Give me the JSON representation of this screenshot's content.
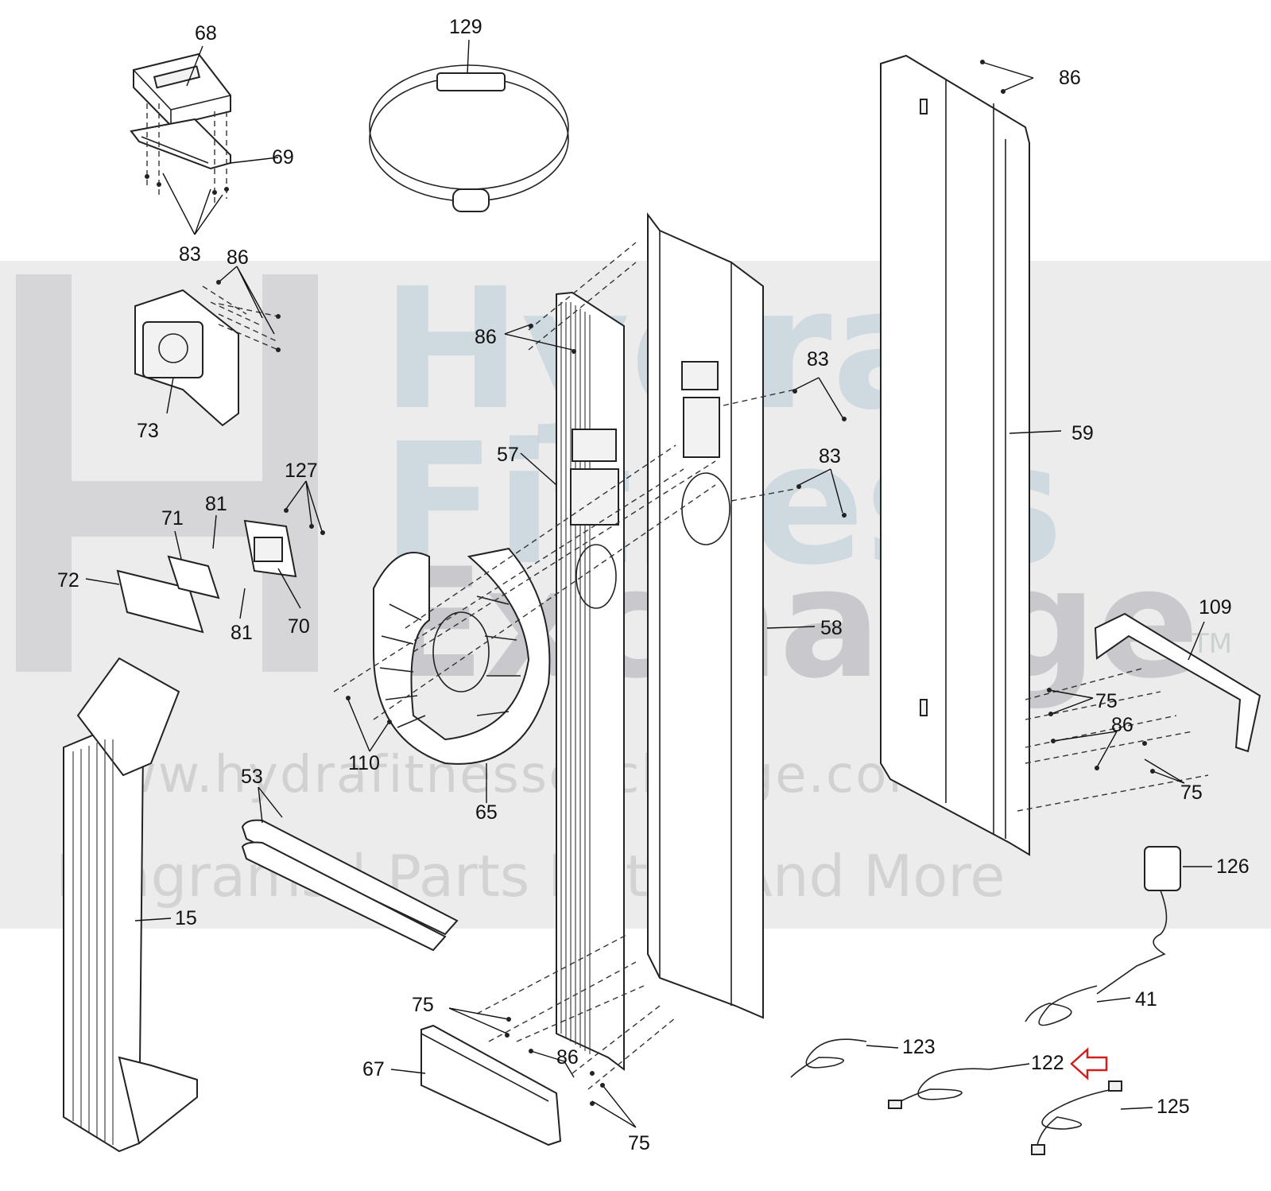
{
  "watermark": {
    "brand_lines": [
      "Hydra",
      "Fitness",
      "Exchange"
    ],
    "tm": "TM",
    "url": "www.hydrafitnessexchange.com",
    "tagline": "Diagrams | Parts Lists | And More"
  },
  "callouts": [
    {
      "id": "68",
      "text": "68"
    },
    {
      "id": "129",
      "text": "129"
    },
    {
      "id": "86a",
      "text": "86"
    },
    {
      "id": "69",
      "text": "69"
    },
    {
      "id": "83a",
      "text": "83"
    },
    {
      "id": "86b",
      "text": "86"
    },
    {
      "id": "73",
      "text": "73"
    },
    {
      "id": "86c",
      "text": "86"
    },
    {
      "id": "83b",
      "text": "83"
    },
    {
      "id": "59",
      "text": "59"
    },
    {
      "id": "57",
      "text": "57"
    },
    {
      "id": "83c",
      "text": "83"
    },
    {
      "id": "127",
      "text": "127"
    },
    {
      "id": "81a",
      "text": "81"
    },
    {
      "id": "71",
      "text": "71"
    },
    {
      "id": "72",
      "text": "72"
    },
    {
      "id": "70",
      "text": "70"
    },
    {
      "id": "81b",
      "text": "81"
    },
    {
      "id": "58",
      "text": "58"
    },
    {
      "id": "109",
      "text": "109"
    },
    {
      "id": "75a",
      "text": "75"
    },
    {
      "id": "86d",
      "text": "86"
    },
    {
      "id": "75b",
      "text": "75"
    },
    {
      "id": "110",
      "text": "110"
    },
    {
      "id": "65",
      "text": "65"
    },
    {
      "id": "53",
      "text": "53"
    },
    {
      "id": "126",
      "text": "126"
    },
    {
      "id": "15",
      "text": "15"
    },
    {
      "id": "41",
      "text": "41"
    },
    {
      "id": "75c",
      "text": "75"
    },
    {
      "id": "123",
      "text": "123"
    },
    {
      "id": "122",
      "text": "122"
    },
    {
      "id": "67",
      "text": "67"
    },
    {
      "id": "86e",
      "text": "86"
    },
    {
      "id": "125",
      "text": "125"
    },
    {
      "id": "75d",
      "text": "75"
    }
  ],
  "highlight": {
    "target": "122",
    "color": "#d0201e"
  },
  "colors": {
    "line": "#222222",
    "watermark_band": "#dcdcdc",
    "watermark_text": "#9bb8cc"
  }
}
